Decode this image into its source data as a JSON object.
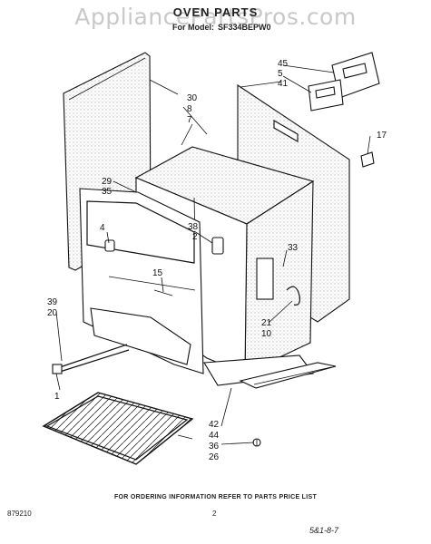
{
  "watermark": "AppliancePartsPros.com",
  "header": {
    "title": "OVEN PARTS",
    "model_prefix": "For Model:",
    "model": "SF334BEPW0"
  },
  "callouts": {
    "c45": "45",
    "c5": "5",
    "c41": "41",
    "c30": "30",
    "c8": "8",
    "c7": "7",
    "c17": "17",
    "c29": "29",
    "c35": "35",
    "c4": "4",
    "c38": "38",
    "c2a": "2",
    "c33": "33",
    "c15": "15",
    "c21": "21",
    "c10": "10",
    "c39": "39",
    "c20": "20",
    "c1": "1",
    "c42": "42",
    "c44": "44",
    "c36": "36",
    "c26": "26"
  },
  "footer": {
    "note": "FOR ORDERING INFORMATION REFER TO PARTS PRICE LIST",
    "code": "879210",
    "page": "2",
    "date": "5&1-8-7"
  }
}
